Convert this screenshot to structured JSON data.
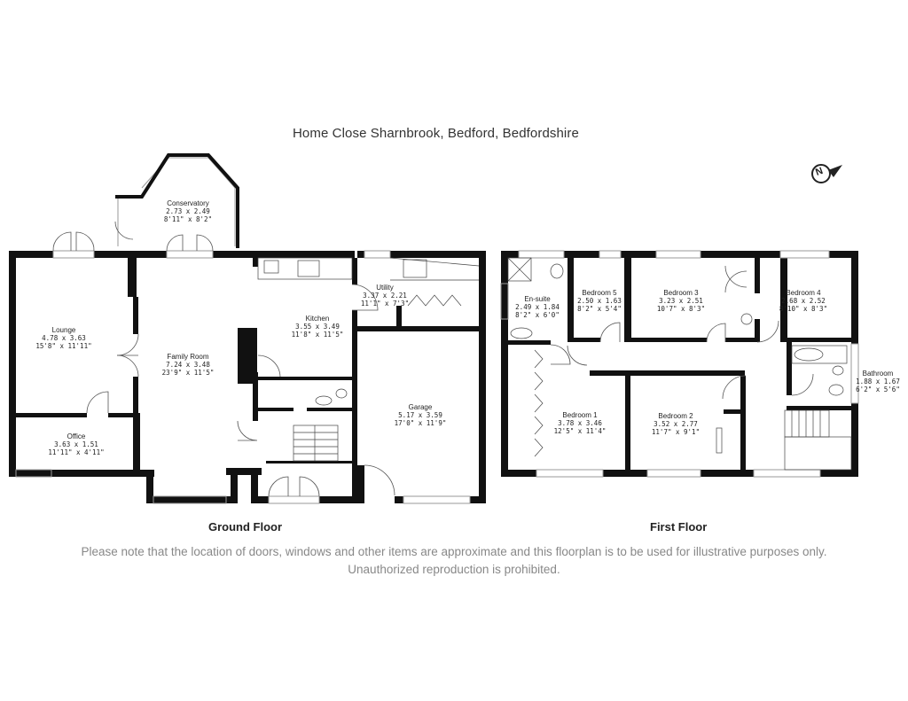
{
  "title": "Home Close Sharnbrook, Bedford, Bedfordshire",
  "floors": {
    "ground": {
      "label": "Ground Floor",
      "rooms": [
        {
          "name": "Conservatory",
          "metric": "2.73 x 2.49",
          "imperial": "8'11\" x 8'2\""
        },
        {
          "name": "Lounge",
          "metric": "4.78 x 3.63",
          "imperial": "15'8\" x 11'11\""
        },
        {
          "name": "Family Room",
          "metric": "7.24 x 3.48",
          "imperial": "23'9\" x 11'5\""
        },
        {
          "name": "Kitchen",
          "metric": "3.55 x 3.49",
          "imperial": "11'8\" x 11'5\""
        },
        {
          "name": "Utility",
          "metric": "3.37 x 2.21",
          "imperial": "11'1\" x 7'3\""
        },
        {
          "name": "Office",
          "metric": "3.63 x 1.51",
          "imperial": "11'11\" x 4'11\""
        },
        {
          "name": "Garage",
          "metric": "5.17 x 3.59",
          "imperial": "17'0\" x 11'9\""
        }
      ]
    },
    "first": {
      "label": "First Floor",
      "rooms": [
        {
          "name": "En-suite",
          "metric": "2.49 x 1.84",
          "imperial": "8'2\" x 6'0\""
        },
        {
          "name": "Bedroom 5",
          "metric": "2.50 x 1.63",
          "imperial": "8'2\" x 5'4\""
        },
        {
          "name": "Bedroom 3",
          "metric": "3.23 x 2.51",
          "imperial": "10'7\" x 8'3\""
        },
        {
          "name": "Bedroom 4",
          "metric": "2.68 x 2.52",
          "imperial": "8'10\" x 8'3\""
        },
        {
          "name": "Bedroom 1",
          "metric": "3.78 x 3.46",
          "imperial": "12'5\" x 11'4\""
        },
        {
          "name": "Bedroom 2",
          "metric": "3.52 x 2.77",
          "imperial": "11'7\" x 9'1\""
        },
        {
          "name": "Bathroom",
          "metric": "1.88 x 1.67",
          "imperial": "6'2\" x 5'6\""
        }
      ]
    }
  },
  "compass": {
    "letter": "N",
    "icon": "north-arrow-icon"
  },
  "disclaimer": "Please note that the location of doors, windows and other items are approximate and this floorplan is to be used for illustrative purposes only. Unauthorized reproduction is prohibited.",
  "colors": {
    "wall": "#111111",
    "window": "#9a9a9a",
    "note": "#888888"
  }
}
